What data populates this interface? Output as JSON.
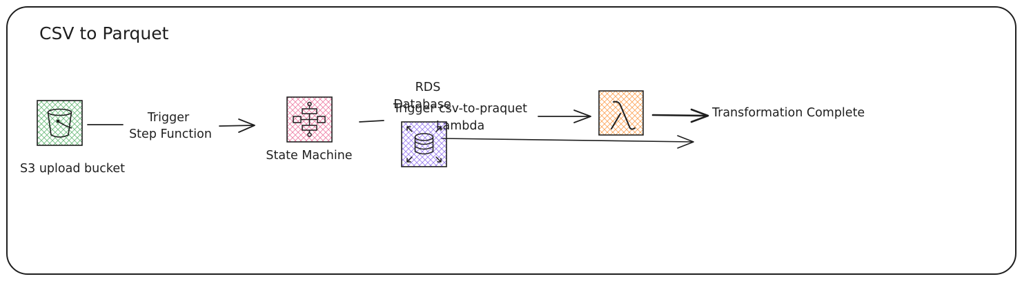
{
  "title": "CSV to Parquet",
  "colors": {
    "s3_fill": "#2f9e44",
    "state_machine_fill": "#e64980",
    "rds_fill": "#7048e8",
    "lambda_fill": "#fd7e14",
    "stroke": "#1e1e1e"
  },
  "nodes": {
    "s3": {
      "label": "S3 upload bucket",
      "icon": "bucket-icon"
    },
    "state_machine": {
      "label": "State Machine",
      "icon": "state-machine-icon"
    },
    "rds": {
      "label_line1": "RDS",
      "label_line2": "Database",
      "icon": "database-icon"
    },
    "lambda": {
      "icon": "lambda-icon"
    }
  },
  "edges": {
    "trigger_step_function": {
      "line1": "Trigger",
      "line2": "Step Function"
    },
    "trigger_lambda": {
      "line1": "Trigger csv-to-praquet",
      "line2": "Lambda"
    },
    "transformation_complete": {
      "label": "Transformation Complete"
    }
  }
}
